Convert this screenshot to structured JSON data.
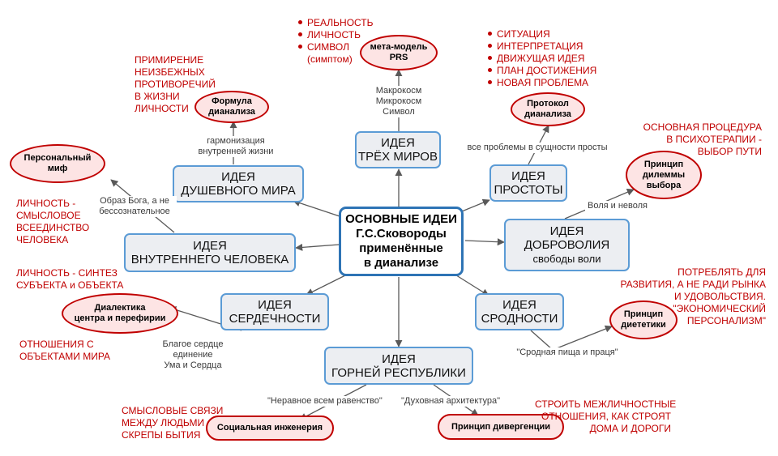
{
  "center": {
    "lines": [
      "ОСНОВНЫЕ ИДЕИ",
      "Г.С.Сковороды",
      "применённые",
      "в дианализе"
    ]
  },
  "ideas": {
    "three_worlds": [
      "ИДЕЯ",
      "ТРЁХ МИРОВ"
    ],
    "soul_world": [
      "ИДЕЯ",
      "ДУШЕВНОГО МИРА"
    ],
    "inner_man": [
      "ИДЕЯ",
      "ВНУТРЕННЕГО ЧЕЛОВЕКА"
    ],
    "heart": [
      "ИДЕЯ",
      "СЕРДЕЧНОСТИ"
    ],
    "mountain_republic": [
      "ИДЕЯ",
      "ГОРНЕЙ РЕСПУБЛИКИ"
    ],
    "kinship": [
      "ИДЕЯ",
      "СРОДНОСТИ"
    ],
    "volunteer": [
      "ИДЕЯ",
      "ДОБРОВОЛИЯ",
      "свободы воли"
    ],
    "simplicity": [
      "ИДЕЯ",
      "ПРОСТОТЫ"
    ]
  },
  "methods": {
    "meta_model": [
      "мета-модель",
      "PRS"
    ],
    "formula": [
      "Формула",
      "дианализа"
    ],
    "personal_myth": [
      "Персональный",
      "миф"
    ],
    "protocol": [
      "Протокол",
      "дианализа"
    ],
    "dilemma": [
      "Принцип",
      "дилеммы",
      "выбора"
    ],
    "dialectics": [
      "Диалектика",
      "центра и перефирии"
    ],
    "dietetics": [
      "Принцип",
      "диететики"
    ],
    "social_engineering": [
      "Социальная инженерия"
    ],
    "divergence": [
      "Принцип дивергенции"
    ]
  },
  "edge_labels": {
    "cosmos": [
      "Макрокосм",
      "Микрокосм",
      "Символ"
    ],
    "harmony": [
      "гармонизация",
      "внутренней жизни"
    ],
    "image_of_god": [
      "Образ Бога, а не",
      "бессознательное"
    ],
    "simplicity": [
      "все проблемы в сущности просты"
    ],
    "will": [
      "Воля и неволя"
    ],
    "heart": [
      "Благое сердце",
      "единение",
      "Ума и Сердца"
    ],
    "kinship": [
      "\"Сродная пища и праця\""
    ],
    "equality": [
      "\"Неравное всем равенство\""
    ],
    "architecture": [
      "\"Духовная архитектура\""
    ]
  },
  "bullets": {
    "meta_model": [
      "РЕАЛЬНОСТЬ",
      "ЛИЧНОСТЬ",
      "СИМВОЛ",
      "(симптом)"
    ],
    "protocol": [
      "СИТУАЦИЯ",
      "ИНТЕРПРЕТАЦИЯ",
      "ДВИЖУЩАЯ ИДЕЯ",
      "ПЛАН ДОСТИЖЕНИЯ",
      "НОВАЯ ПРОБЛЕМА"
    ]
  },
  "notes": {
    "reconcile": [
      "ПРИМИРЕНИЕ",
      "НЕИЗБЕЖНЫХ",
      "ПРОТИВОРЕЧИЙ",
      "В ЖИЗНИ",
      "ЛИЧНОСТИ"
    ],
    "personality_meaning": [
      "ЛИЧНОСТЬ -",
      "СМЫСЛОВОЕ",
      "ВСЕЕДИНСТВО",
      "ЧЕЛОВЕКА"
    ],
    "personality_synthesis": [
      "ЛИЧНОСТЬ - СИНТЕЗ",
      "СУБЪЕКТА и ОБЪЕКТА"
    ],
    "relations": [
      "ОТНОШЕНИЯ С",
      "ОБЪЕКТАМИ МИРА"
    ],
    "semantic_links": [
      "СМЫСЛОВЫЕ СВЯЗИ",
      "МЕЖДУ ЛЮДЬМИ",
      "СКРЕПЫ БЫТИЯ"
    ],
    "procedure": [
      "ОСНОВНАЯ ПРОЦЕДУРА",
      "В ПСИХОТЕРАПИИ -",
      "ВЫБОР ПУТИ"
    ],
    "consume": [
      "ПОТРЕБЛЯТЬ ДЛЯ",
      "РАЗВИТИЯ, А НЕ РАДИ РЫНКА",
      "И УДОВОЛЬСТВИЯ.",
      "\"ЭКОНОМИЧЕСКИЙ",
      "ПЕРСОНАЛИЗМ\""
    ],
    "build": [
      "СТРОИТЬ МЕЖЛИЧНОСТНЫЕ",
      "ОТНОШЕНИЯ, КАК СТРОЯТ",
      "ДОМА И ДОРОГИ"
    ]
  },
  "colors": {
    "idea_border": "#5b9bd5",
    "center_border": "#2e74b5",
    "method_border": "#c00000",
    "method_fill": "#fde4e4",
    "note_text": "#c00000",
    "edge": "#595959"
  }
}
